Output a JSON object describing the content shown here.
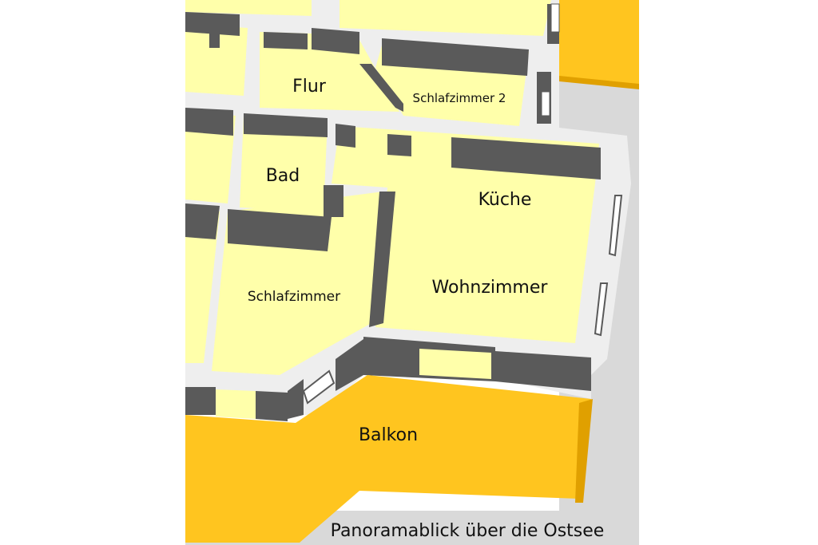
{
  "rooms": {
    "flur": "Flur",
    "schlafzimmer2": "Schlafzimmer 2",
    "bad": "Bad",
    "kueche": "Küche",
    "schlafzimmer": "Schlafzimmer",
    "wohnzimmer": "Wohnzimmer",
    "balkon": "Balkon"
  },
  "caption": "Panoramablick über die Ostsee",
  "colors": {
    "floor": "#ffffaa",
    "wall_top": "#eeeeee",
    "wall_side": "#5a5a5a",
    "balcony": "#ffc51f",
    "ground": "#d9d9d9",
    "window": "#ffffff"
  }
}
